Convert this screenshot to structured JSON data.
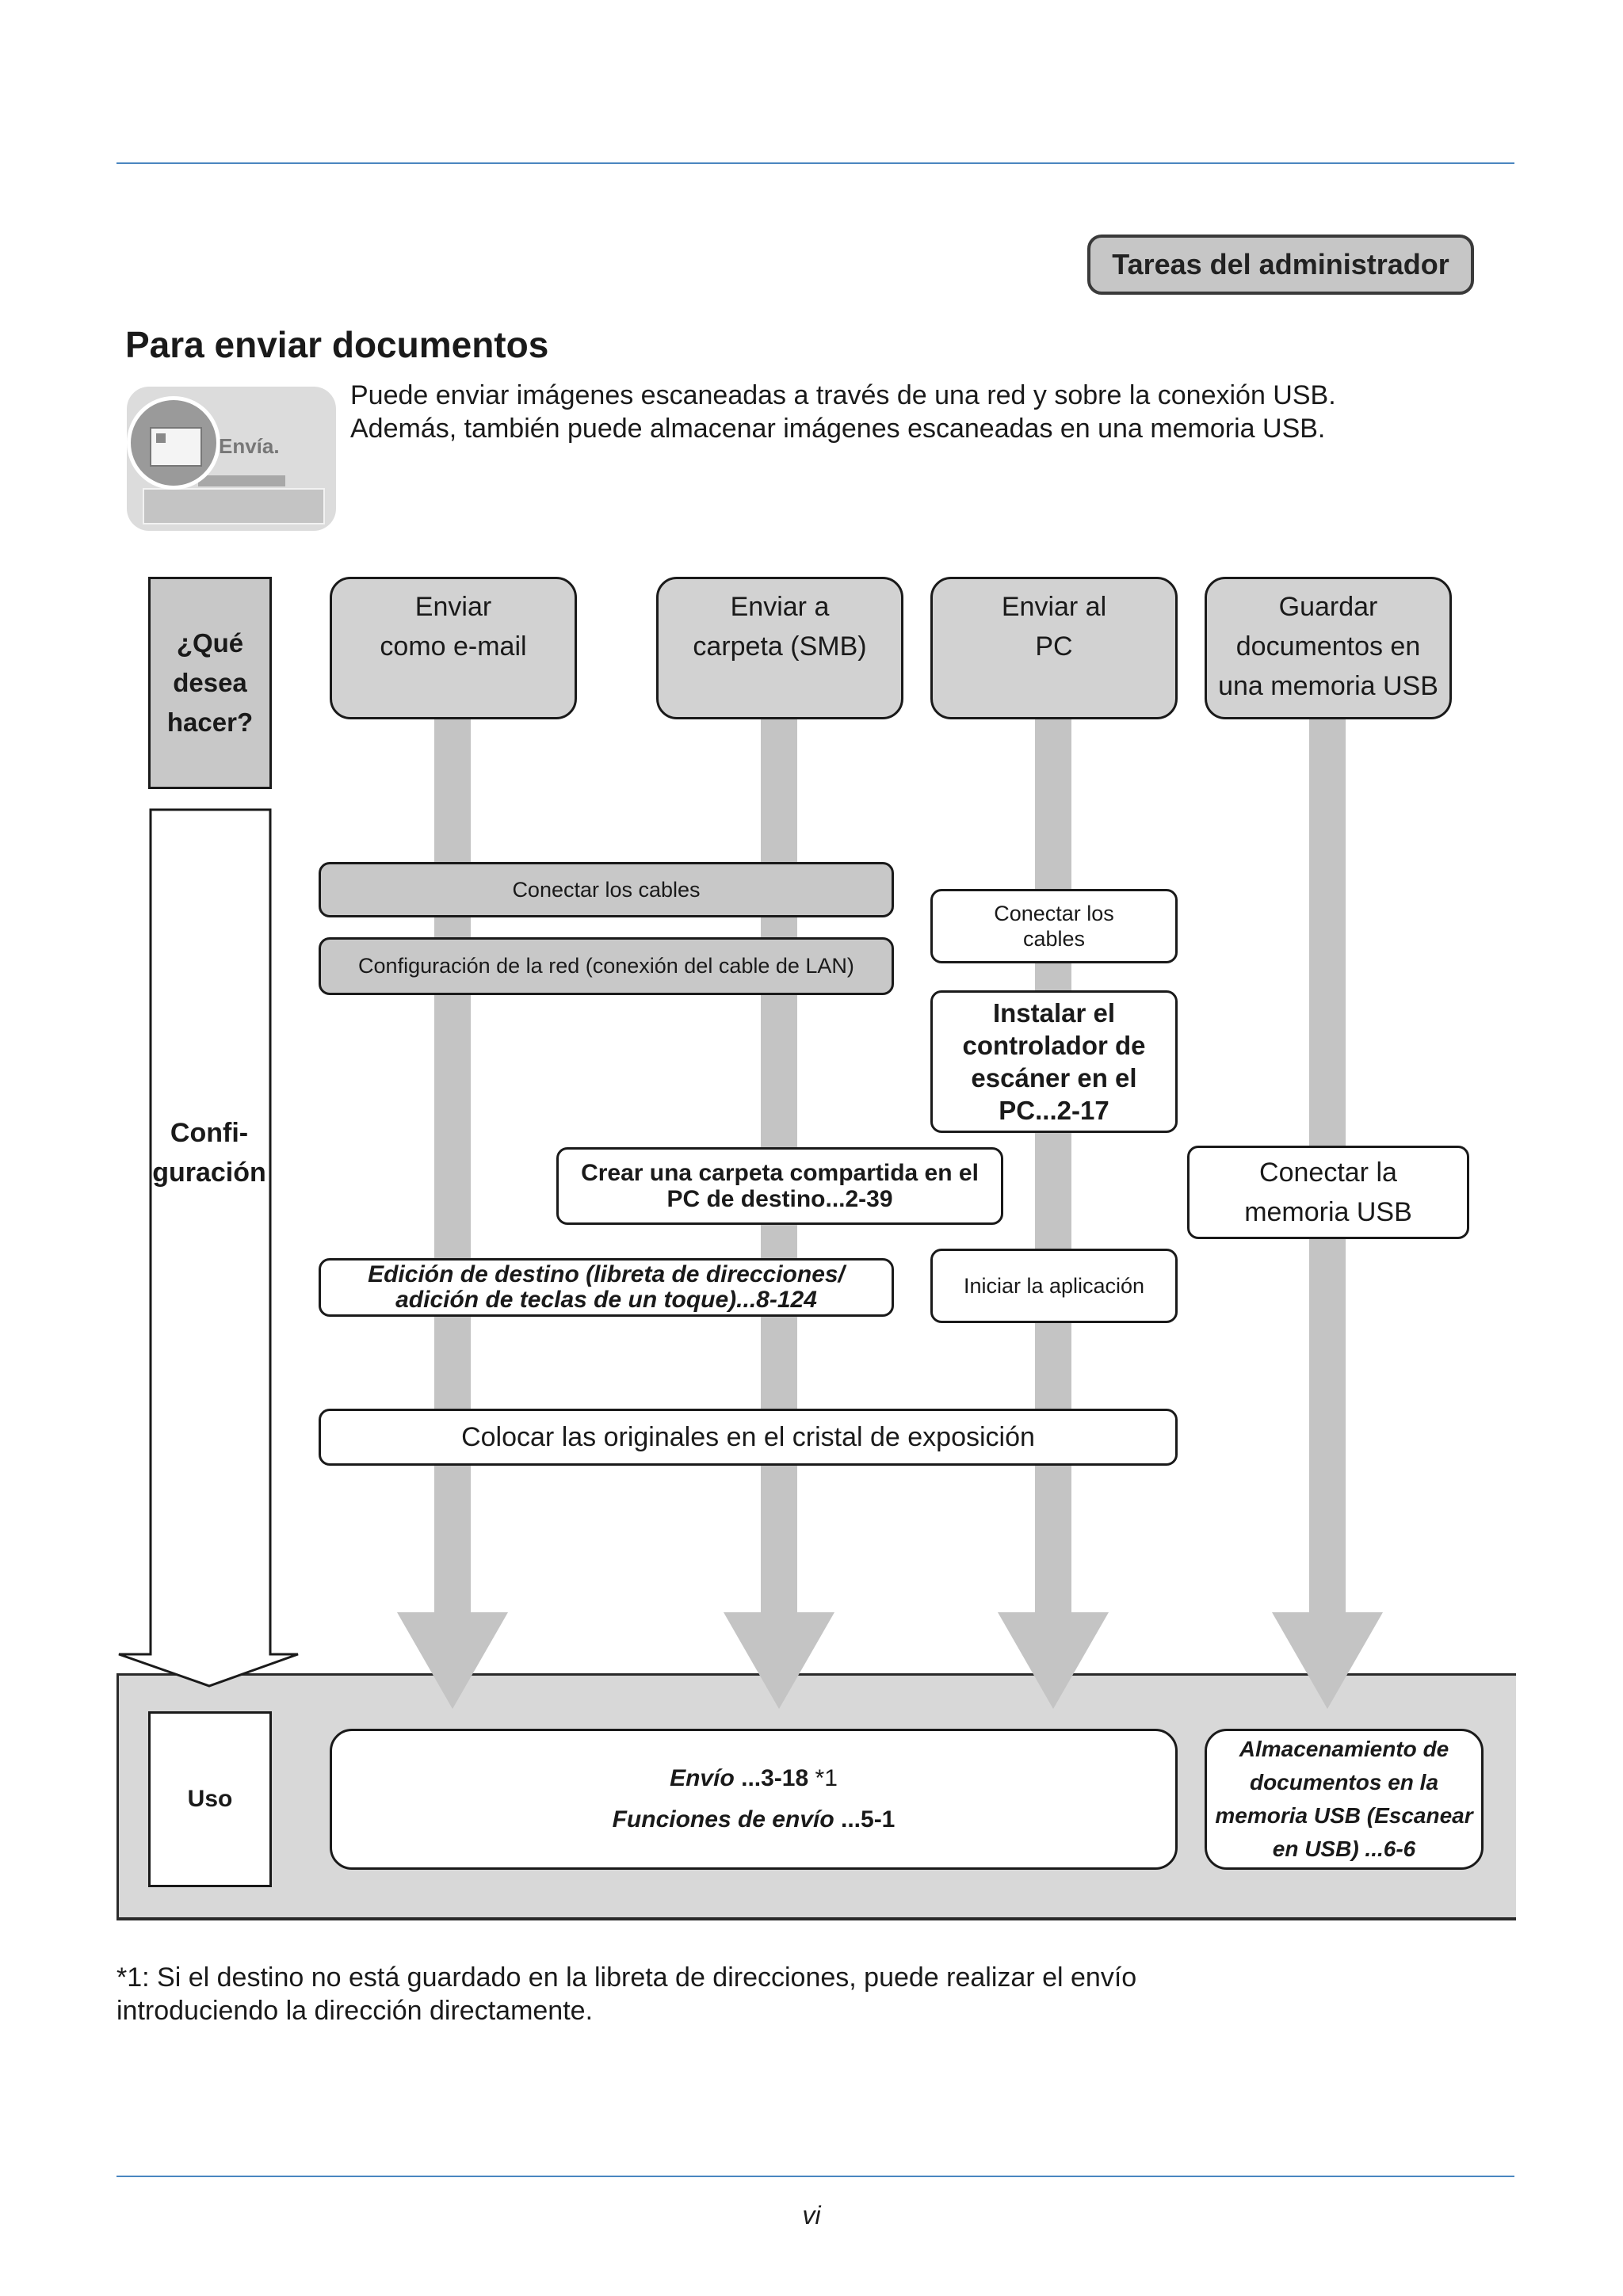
{
  "badge": "Tareas del administrador",
  "title": "Para enviar documentos",
  "intro": {
    "line1": "Puede enviar imágenes escaneadas a través de una red y sobre la conexión USB.",
    "line2": "Además, también puede almacenar imágenes escaneadas en una memoria USB."
  },
  "thumbnail": {
    "label": "Envía."
  },
  "side": {
    "question": [
      "¿Qué",
      "desea",
      "hacer?"
    ],
    "config": [
      "Confi-",
      "guración"
    ],
    "uso": "Uso"
  },
  "columns": [
    {
      "lines": [
        "Enviar",
        "como e-mail"
      ]
    },
    {
      "lines": [
        "Enviar a",
        "carpeta (SMB)"
      ]
    },
    {
      "lines": [
        "Enviar al",
        "PC"
      ]
    },
    {
      "lines": [
        "Guardar",
        "documentos en",
        "una memoria USB"
      ]
    }
  ],
  "steps": {
    "connect_cables_network": "Conectar los cables",
    "network_config": "Configuración de la red (conexión del cable de LAN)",
    "connect_cables_pc": [
      "Conectar los",
      "cables"
    ],
    "install_driver": [
      "Instalar el",
      "controlador de",
      "escáner en el",
      "PC...2-17"
    ],
    "create_folder": [
      "Crear una carpeta compartida en el",
      "PC de destino...2-39"
    ],
    "connect_usb": [
      "Conectar la",
      "memoria USB"
    ],
    "edit_destination": [
      "Edición de destino (libreta de direcciones/",
      "adición de teclas de un toque)...8-124"
    ],
    "start_app": "Iniciar la aplicación",
    "place_originals": "Colocar las originales en el cristal de exposición"
  },
  "usage": {
    "send_a": "Envío ",
    "send_b": "...3-18",
    "send_note": "*1",
    "func_a": "Funciones de envío ",
    "func_b": "...5-1",
    "usb_storage": [
      "Almacenamiento de",
      "documentos en la",
      "memoria USB (Escanear",
      "en USB) ...6-6"
    ]
  },
  "footnote": {
    "line1": "*1: Si el destino no está guardado en la libreta de direcciones, puede realizar el envío",
    "line2": "introduciendo la dirección directamente."
  },
  "page_number": "vi"
}
